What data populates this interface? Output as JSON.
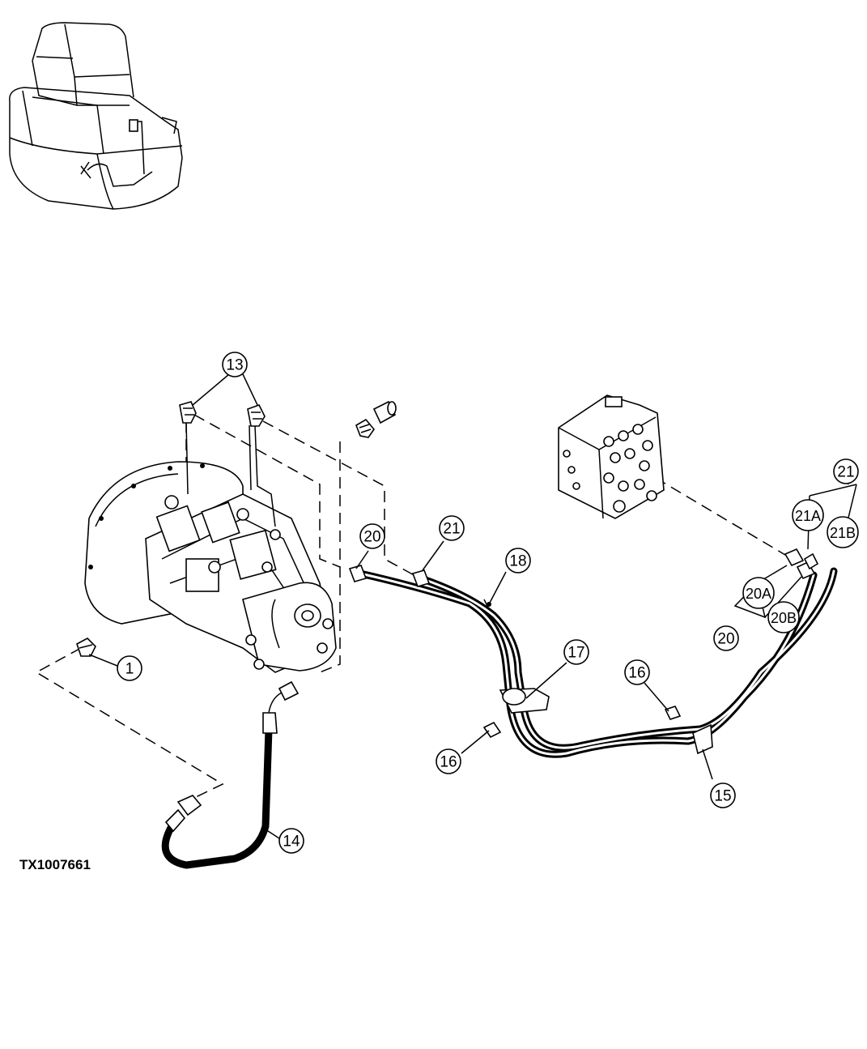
{
  "figure_id": "TX1007661",
  "callouts": [
    {
      "label": "13"
    },
    {
      "label": "1"
    },
    {
      "label": "14"
    },
    {
      "label": "20"
    },
    {
      "label": "21"
    },
    {
      "label": "18"
    },
    {
      "label": "17"
    },
    {
      "label": "16"
    },
    {
      "label": "16"
    },
    {
      "label": "15"
    },
    {
      "label": "21"
    },
    {
      "label": "21A"
    },
    {
      "label": "21B"
    },
    {
      "label": "20A"
    },
    {
      "label": "20B"
    },
    {
      "label": "20"
    }
  ]
}
